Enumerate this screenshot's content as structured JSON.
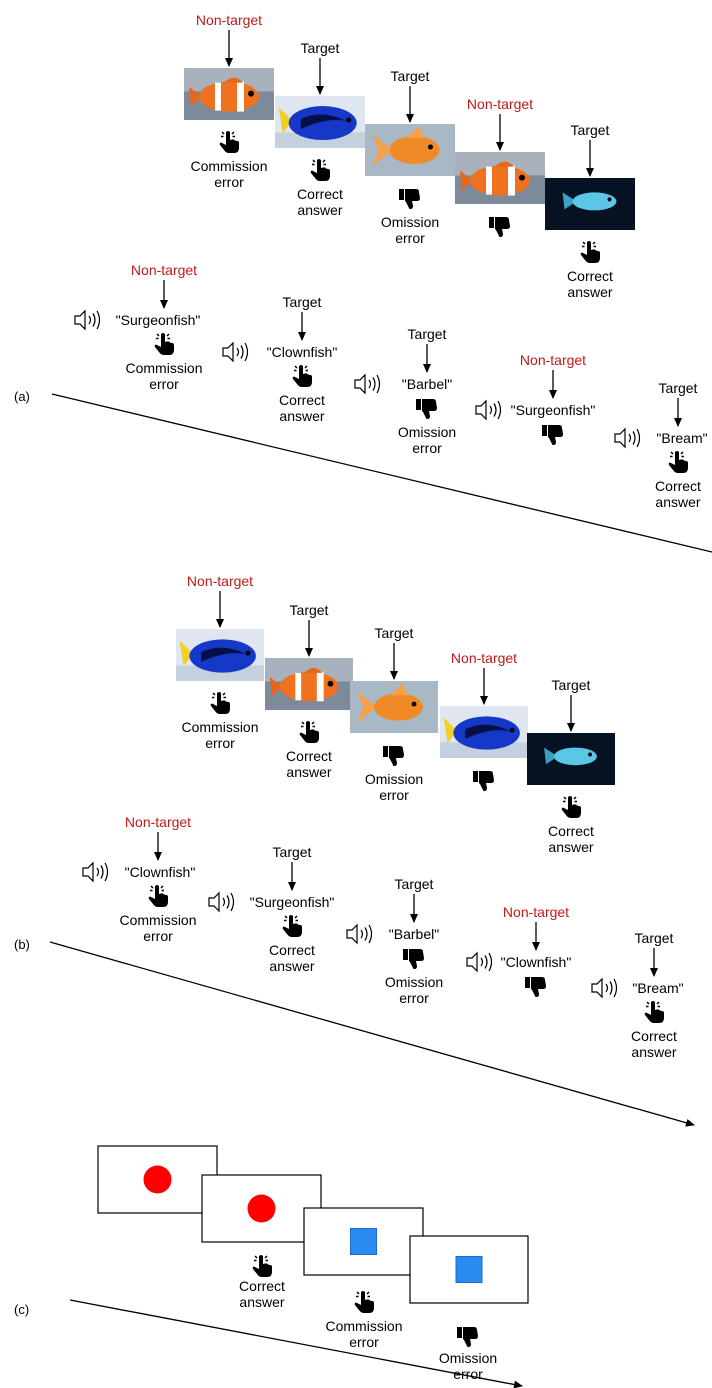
{
  "labels": {
    "non_target": "Non-target",
    "target": "Target",
    "commission_error": "Commission error",
    "correct_answer": "Correct answer",
    "omission_error": "Omission error"
  },
  "panels": {
    "a": {
      "label": "(a)",
      "visual_stimuli": [
        "clownfish",
        "surgeonfish",
        "goldfish",
        "clownfish",
        "blue-fish"
      ],
      "visual_types": [
        "non_target",
        "target",
        "target",
        "non_target",
        "target"
      ],
      "visual_responses": [
        "commission_error",
        "correct_answer",
        "omission_error",
        "no_response",
        "correct_answer"
      ],
      "auditory_words": [
        "\"Surgeonfish\"",
        "\"Clownfish\"",
        "\"Barbel\"",
        "\"Surgeonfish\"",
        "\"Bream\""
      ],
      "auditory_types": [
        "non_target",
        "target",
        "target",
        "non_target",
        "target"
      ],
      "auditory_responses": [
        "commission_error",
        "correct_answer",
        "omission_error",
        "no_response",
        "correct_answer"
      ]
    },
    "b": {
      "label": "(b)",
      "visual_stimuli": [
        "surgeonfish",
        "clownfish",
        "goldfish",
        "surgeonfish",
        "blue-fish"
      ],
      "visual_types": [
        "non_target",
        "target",
        "target",
        "non_target",
        "target"
      ],
      "visual_responses": [
        "commission_error",
        "correct_answer",
        "omission_error",
        "no_response",
        "correct_answer"
      ],
      "auditory_words": [
        "\"Clownfish\"",
        "\"Surgeonfish\"",
        "\"Barbel\"",
        "\"Clownfish\"",
        "\"Bream\""
      ],
      "auditory_types": [
        "non_target",
        "target",
        "target",
        "non_target",
        "target"
      ],
      "auditory_responses": [
        "commission_error",
        "correct_answer",
        "omission_error",
        "no_response",
        "correct_answer"
      ]
    },
    "c": {
      "label": "(c)",
      "stimuli": [
        "red-circle",
        "red-circle",
        "blue-square",
        "blue-square"
      ],
      "responses": [
        "none",
        "correct_answer",
        "commission_error",
        "omission_error"
      ]
    }
  },
  "icons": {
    "tap": "tap-hand-icon",
    "thumb_down": "thumbs-down-icon",
    "speaker": "speaker-icon"
  },
  "colors": {
    "non_target_text": "#c01a1a",
    "circle": "#ff0000",
    "square": "#2a8cf0"
  }
}
